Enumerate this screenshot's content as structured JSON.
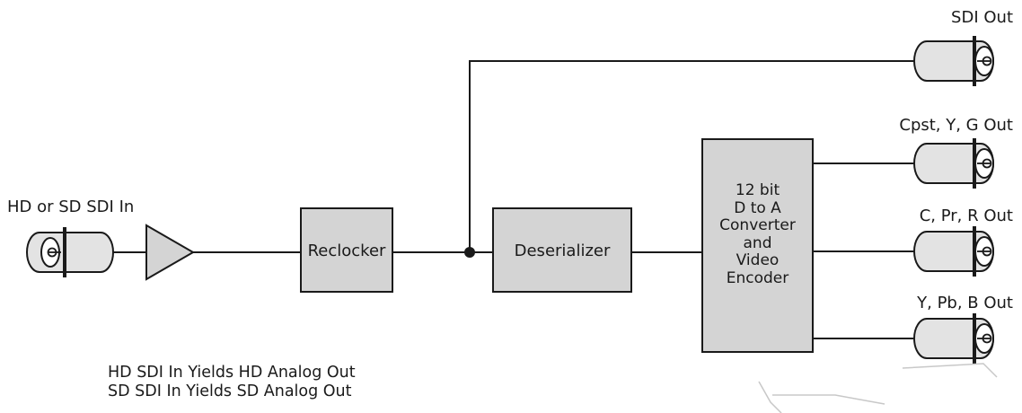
{
  "blocks": {
    "reclocker": "Reclocker",
    "deserializer": "Deserializer",
    "encoder": [
      "12 bit",
      "D to A",
      "Converter",
      "and",
      "Video",
      "Encoder"
    ]
  },
  "connectors": {
    "input": "HD or SD SDI In",
    "sdi_out": "SDI Out",
    "cpst_out": "Cpst, Y, G Out",
    "c_out": "C, Pr, R Out",
    "y_out": "Y, Pb, B Out"
  },
  "notes": [
    "HD SDI In Yields HD Analog Out",
    "SD SDI In Yields SD Analog Out"
  ],
  "colors": {
    "block_fill": "#d4d4d4",
    "connector_fill": "#e3e3e3",
    "stroke": "#1a1a1a"
  }
}
